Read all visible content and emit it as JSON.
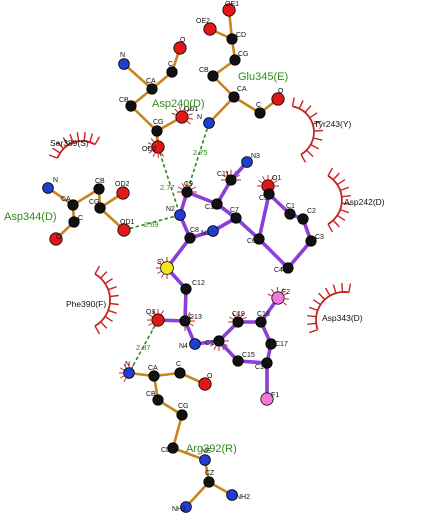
{
  "colors": {
    "carbon": "#111111",
    "nitrogen": "#1f3fd1",
    "oxygen": "#e01818",
    "sulfur": "#f2e61c",
    "fluorine": "#f27ad6",
    "ligand_bond": "#8a3fd8",
    "residue_bond": "#c8841f",
    "hbond": "#2e8b1a",
    "hydrophobic": "#c8231f",
    "residue_label": "#2e8b1a"
  },
  "residues": [
    {
      "id": "asp240",
      "label": "Asp240(D)"
    },
    {
      "id": "glu345",
      "label": "Glu345(E)"
    },
    {
      "id": "asp344",
      "label": "Asp344(D)"
    },
    {
      "id": "arg392",
      "label": "Arg392(R)"
    }
  ],
  "hydrophobic_contacts": [
    {
      "id": "ser389",
      "label": "Ser389(S)"
    },
    {
      "id": "tyr243",
      "label": "Tyr243(Y)"
    },
    {
      "id": "asp242",
      "label": "Asp242(D)"
    },
    {
      "id": "phe390",
      "label": "Phe390(F)"
    },
    {
      "id": "asp343",
      "label": "Asp343(D)"
    }
  ],
  "hbonds": [
    {
      "id": "hb1",
      "distance": "2.75"
    },
    {
      "id": "hb2",
      "distance": "2.77"
    },
    {
      "id": "hb3",
      "distance": "2.69"
    },
    {
      "id": "hb4",
      "distance": "2.87"
    }
  ],
  "atoms": [
    {
      "id": "glu_OE1",
      "el": "O",
      "label": "OE1"
    },
    {
      "id": "glu_OE2",
      "el": "O",
      "label": "OE2"
    },
    {
      "id": "glu_CD",
      "el": "C",
      "label": "CD"
    },
    {
      "id": "glu_CG",
      "el": "C",
      "label": "CG"
    },
    {
      "id": "glu_CB",
      "el": "C",
      "label": "CB"
    },
    {
      "id": "glu_CA",
      "el": "C",
      "label": "CA"
    },
    {
      "id": "glu_N",
      "el": "N",
      "label": "N"
    },
    {
      "id": "glu_C",
      "el": "C",
      "label": "C"
    },
    {
      "id": "glu_O",
      "el": "O",
      "label": "O"
    },
    {
      "id": "a240_O",
      "el": "O",
      "label": "O"
    },
    {
      "id": "a240_C",
      "el": "C",
      "label": "C"
    },
    {
      "id": "a240_N",
      "el": "N",
      "label": "N"
    },
    {
      "id": "a240_CA",
      "el": "C",
      "label": "CA"
    },
    {
      "id": "a240_CB",
      "el": "C",
      "label": "CB"
    },
    {
      "id": "a240_CG",
      "el": "C",
      "label": "CG"
    },
    {
      "id": "a240_OD1",
      "el": "O",
      "label": "OD1"
    },
    {
      "id": "a240_OD2",
      "el": "O",
      "label": "OD2"
    },
    {
      "id": "a344_N",
      "el": "N",
      "label": "N"
    },
    {
      "id": "a344_CA",
      "el": "C",
      "label": "CA"
    },
    {
      "id": "a344_CB",
      "el": "C",
      "label": "CB"
    },
    {
      "id": "a344_CG",
      "el": "C",
      "label": "CG"
    },
    {
      "id": "a344_OD2",
      "el": "O",
      "label": "OD2"
    },
    {
      "id": "a344_OD1",
      "el": "O",
      "label": "OD1"
    },
    {
      "id": "a344_C",
      "el": "C",
      "label": "C"
    },
    {
      "id": "a344_O",
      "el": "O",
      "label": "O"
    },
    {
      "id": "L_N3",
      "el": "N",
      "label": "N3"
    },
    {
      "id": "L_C11",
      "el": "C",
      "label": "C11"
    },
    {
      "id": "L_C9",
      "el": "C",
      "label": "C9"
    },
    {
      "id": "L_C10",
      "el": "C",
      "label": "C10"
    },
    {
      "id": "L_N2",
      "el": "N",
      "label": "N2"
    },
    {
      "id": "L_C8",
      "el": "C",
      "label": "C8"
    },
    {
      "id": "L_N1",
      "el": "N",
      "label": "N1"
    },
    {
      "id": "L_C7",
      "el": "C",
      "label": "C7"
    },
    {
      "id": "L_O1",
      "el": "O",
      "label": "O1"
    },
    {
      "id": "L_C1",
      "el": "C",
      "label": "C1"
    },
    {
      "id": "L_C2",
      "el": "C",
      "label": "C2"
    },
    {
      "id": "L_C3",
      "el": "C",
      "label": "C3"
    },
    {
      "id": "L_C4",
      "el": "C",
      "label": "C4"
    },
    {
      "id": "L_C5",
      "el": "C",
      "label": "C5"
    },
    {
      "id": "L_C6",
      "el": "C",
      "label": "C6"
    },
    {
      "id": "L_S",
      "el": "S",
      "label": "S"
    },
    {
      "id": "L_C12",
      "el": "C",
      "label": "C12"
    },
    {
      "id": "L_C13",
      "el": "C",
      "label": "C13"
    },
    {
      "id": "L_O3",
      "el": "O",
      "label": "O3"
    },
    {
      "id": "L_N4",
      "el": "N",
      "label": "N4"
    },
    {
      "id": "L_C14",
      "el": "C",
      "label": "C14"
    },
    {
      "id": "L_C19",
      "el": "C",
      "label": "C19"
    },
    {
      "id": "L_C18",
      "el": "C",
      "label": "C18"
    },
    {
      "id": "L_F2",
      "el": "F",
      "label": "F2"
    },
    {
      "id": "L_C17",
      "el": "C",
      "label": "C17"
    },
    {
      "id": "L_C16",
      "el": "C",
      "label": "C16"
    },
    {
      "id": "L_F1",
      "el": "F",
      "label": "F1"
    },
    {
      "id": "L_C15",
      "el": "C",
      "label": "C15"
    },
    {
      "id": "r392_N",
      "el": "N",
      "label": "N"
    },
    {
      "id": "r392_CA",
      "el": "C",
      "label": "CA"
    },
    {
      "id": "r392_C",
      "el": "C",
      "label": "C"
    },
    {
      "id": "r392_O",
      "el": "O",
      "label": "O"
    },
    {
      "id": "r392_CB",
      "el": "C",
      "label": "CB"
    },
    {
      "id": "r392_CG",
      "el": "C",
      "label": "CG"
    },
    {
      "id": "r392_CD",
      "el": "C",
      "label": "CD"
    },
    {
      "id": "r392_NE",
      "el": "N",
      "label": "NE"
    },
    {
      "id": "r392_CZ",
      "el": "C",
      "label": "CZ"
    },
    {
      "id": "r392_NH1",
      "el": "N",
      "label": "NH1"
    },
    {
      "id": "r392_NH2",
      "el": "N",
      "label": "NH2"
    }
  ],
  "bonds": [
    {
      "a": "glu_OE1",
      "b": "glu_CD",
      "kind": "residue"
    },
    {
      "a": "glu_OE2",
      "b": "glu_CD",
      "kind": "residue"
    },
    {
      "a": "glu_CD",
      "b": "glu_CG",
      "kind": "residue"
    },
    {
      "a": "glu_CG",
      "b": "glu_CB",
      "kind": "residue"
    },
    {
      "a": "glu_CB",
      "b": "glu_CA",
      "kind": "residue"
    },
    {
      "a": "glu_CA",
      "b": "glu_N",
      "kind": "residue"
    },
    {
      "a": "glu_CA",
      "b": "glu_C",
      "kind": "residue"
    },
    {
      "a": "glu_C",
      "b": "glu_O",
      "kind": "residue"
    },
    {
      "a": "a240_O",
      "b": "a240_C",
      "kind": "residue"
    },
    {
      "a": "a240_C",
      "b": "a240_CA",
      "kind": "residue"
    },
    {
      "a": "a240_N",
      "b": "a240_CA",
      "kind": "residue"
    },
    {
      "a": "a240_CA",
      "b": "a240_CB",
      "kind": "residue"
    },
    {
      "a": "a240_CB",
      "b": "a240_CG",
      "kind": "residue"
    },
    {
      "a": "a240_CG",
      "b": "a240_OD1",
      "kind": "residue"
    },
    {
      "a": "a240_CG",
      "b": "a240_OD2",
      "kind": "residue"
    },
    {
      "a": "a344_N",
      "b": "a344_CA",
      "kind": "residue"
    },
    {
      "a": "a344_CA",
      "b": "a344_CB",
      "kind": "residue"
    },
    {
      "a": "a344_CB",
      "b": "a344_CG",
      "kind": "residue"
    },
    {
      "a": "a344_CG",
      "b": "a344_OD2",
      "kind": "residue"
    },
    {
      "a": "a344_CG",
      "b": "a344_OD1",
      "kind": "residue"
    },
    {
      "a": "a344_CA",
      "b": "a344_C",
      "kind": "residue"
    },
    {
      "a": "a344_C",
      "b": "a344_O",
      "kind": "residue"
    },
    {
      "a": "r392_N",
      "b": "r392_CA",
      "kind": "residue"
    },
    {
      "a": "r392_CA",
      "b": "r392_C",
      "kind": "residue"
    },
    {
      "a": "r392_C",
      "b": "r392_O",
      "kind": "residue"
    },
    {
      "a": "r392_CA",
      "b": "r392_CB",
      "kind": "residue"
    },
    {
      "a": "r392_CB",
      "b": "r392_CG",
      "kind": "residue"
    },
    {
      "a": "r392_CG",
      "b": "r392_CD",
      "kind": "residue"
    },
    {
      "a": "r392_CD",
      "b": "r392_NE",
      "kind": "residue"
    },
    {
      "a": "r392_NE",
      "b": "r392_CZ",
      "kind": "residue"
    },
    {
      "a": "r392_CZ",
      "b": "r392_NH1",
      "kind": "residue"
    },
    {
      "a": "r392_CZ",
      "b": "r392_NH2",
      "kind": "residue"
    },
    {
      "a": "L_N3",
      "b": "L_C11",
      "kind": "ligand"
    },
    {
      "a": "L_C11",
      "b": "L_C10",
      "kind": "ligand"
    },
    {
      "a": "L_C9",
      "b": "L_C10",
      "kind": "ligand"
    },
    {
      "a": "L_C9",
      "b": "L_N2",
      "kind": "ligand"
    },
    {
      "a": "L_N2",
      "b": "L_C8",
      "kind": "ligand"
    },
    {
      "a": "L_C8",
      "b": "L_N1",
      "kind": "ligand"
    },
    {
      "a": "L_N1",
      "b": "L_C7",
      "kind": "ligand"
    },
    {
      "a": "L_C7",
      "b": "L_C10",
      "kind": "ligand"
    },
    {
      "a": "L_C7",
      "b": "L_C6",
      "kind": "ligand"
    },
    {
      "a": "L_C6",
      "b": "L_C5",
      "kind": "ligand"
    },
    {
      "a": "L_C5",
      "b": "L_O1",
      "kind": "ligand"
    },
    {
      "a": "L_C5",
      "b": "L_C1",
      "kind": "ligand"
    },
    {
      "a": "L_C1",
      "b": "L_C2",
      "kind": "ligand"
    },
    {
      "a": "L_C2",
      "b": "L_C3",
      "kind": "ligand"
    },
    {
      "a": "L_C3",
      "b": "L_C4",
      "kind": "ligand"
    },
    {
      "a": "L_C4",
      "b": "L_C6",
      "kind": "ligand"
    },
    {
      "a": "L_C8",
      "b": "L_S",
      "kind": "ligand"
    },
    {
      "a": "L_S",
      "b": "L_C12",
      "kind": "ligand"
    },
    {
      "a": "L_C12",
      "b": "L_C13",
      "kind": "ligand"
    },
    {
      "a": "L_C13",
      "b": "L_O3",
      "kind": "ligand"
    },
    {
      "a": "L_C13",
      "b": "L_N4",
      "kind": "ligand"
    },
    {
      "a": "L_N4",
      "b": "L_C14",
      "kind": "ligand"
    },
    {
      "a": "L_C14",
      "b": "L_C19",
      "kind": "ligand"
    },
    {
      "a": "L_C19",
      "b": "L_C18",
      "kind": "ligand"
    },
    {
      "a": "L_C18",
      "b": "L_F2",
      "kind": "ligand"
    },
    {
      "a": "L_C18",
      "b": "L_C17",
      "kind": "ligand"
    },
    {
      "a": "L_C17",
      "b": "L_C16",
      "kind": "ligand"
    },
    {
      "a": "L_C16",
      "b": "L_F1",
      "kind": "ligand"
    },
    {
      "a": "L_C16",
      "b": "L_C15",
      "kind": "ligand"
    },
    {
      "a": "L_C15",
      "b": "L_C14",
      "kind": "ligand"
    }
  ]
}
